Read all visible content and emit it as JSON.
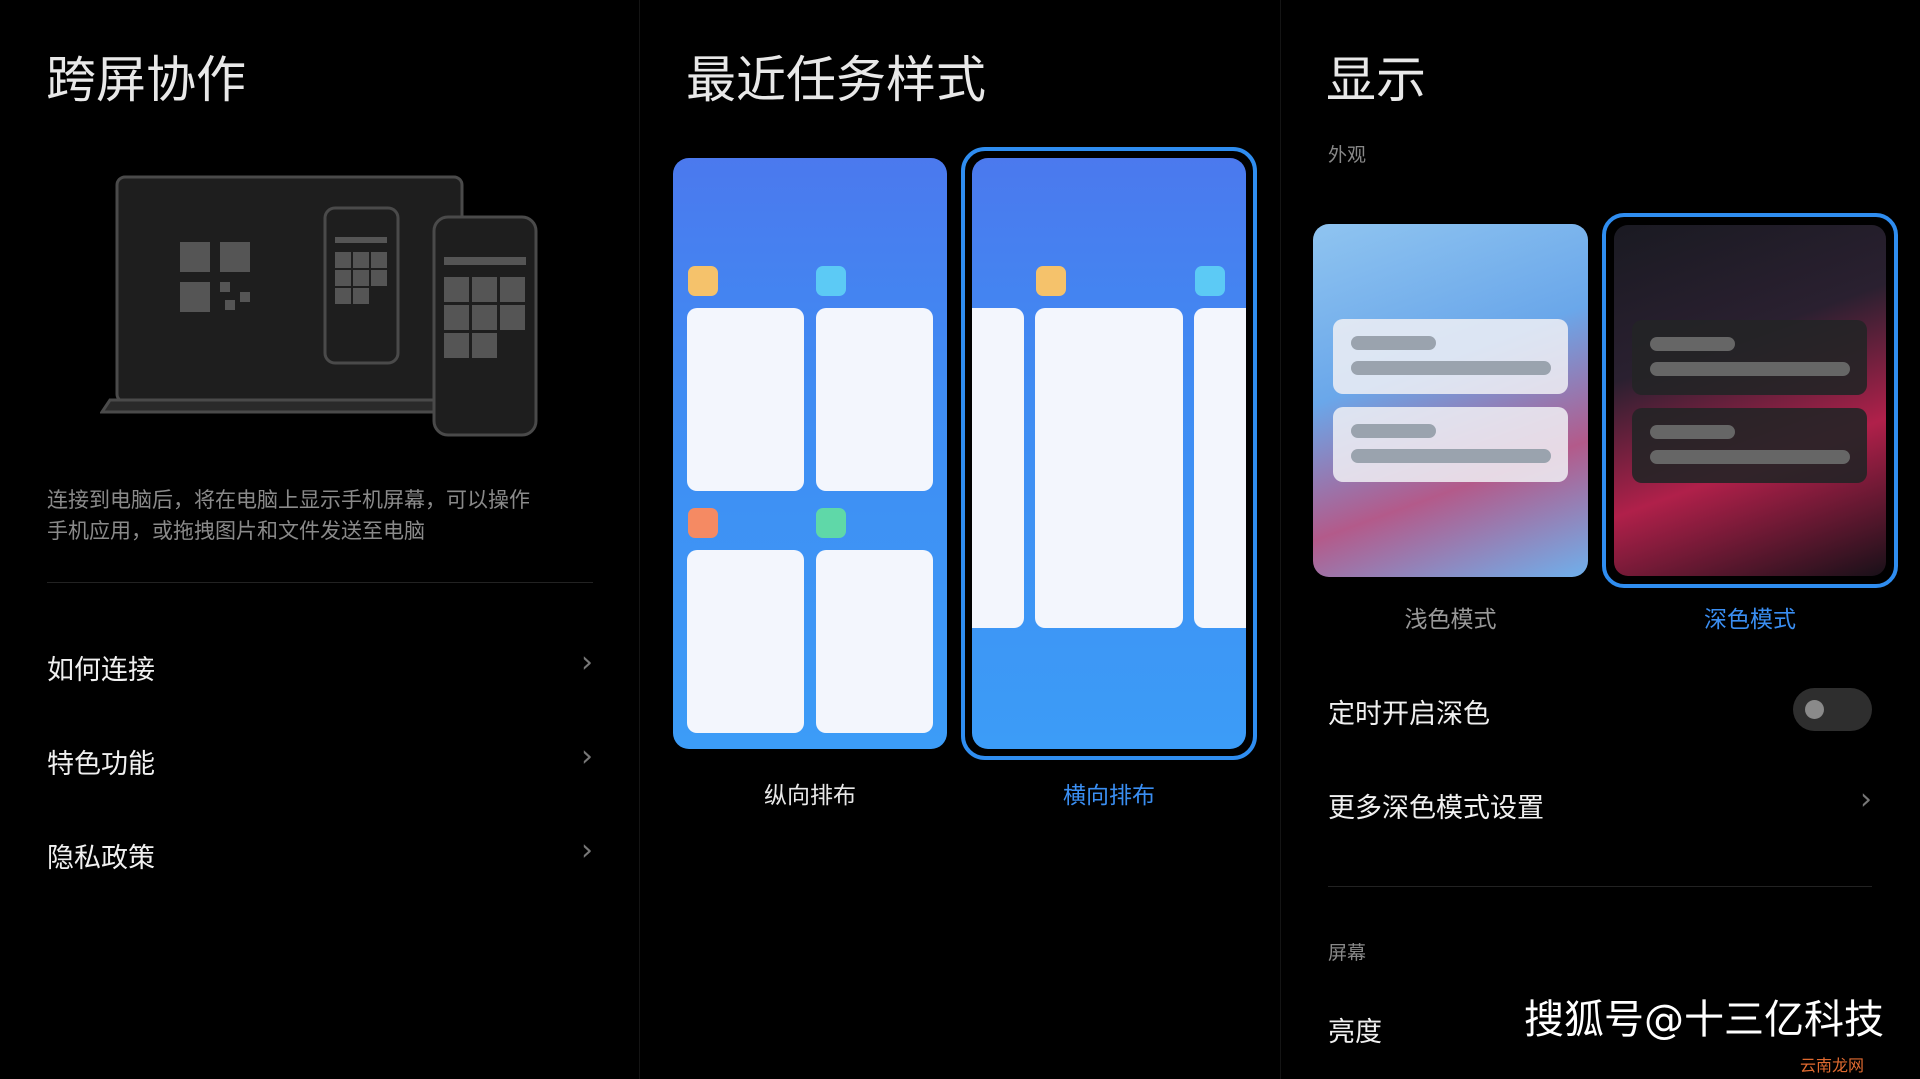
{
  "left": {
    "title": "跨屏协作",
    "description_line1": "连接到电脑后，将在电脑上显示手机屏幕，可以操作",
    "description_line2": "手机应用，或拖拽图片和文件发送至电脑",
    "items": [
      {
        "label": "如何连接"
      },
      {
        "label": "特色功能"
      },
      {
        "label": "隐私政策"
      }
    ]
  },
  "middle": {
    "title": "最近任务样式",
    "options": [
      {
        "label": "纵向排布",
        "selected": false
      },
      {
        "label": "横向排布",
        "selected": true
      }
    ]
  },
  "right": {
    "title": "显示",
    "appearance_header": "外观",
    "modes": [
      {
        "label": "浅色模式",
        "selected": false
      },
      {
        "label": "深色模式",
        "selected": true
      }
    ],
    "scheduled_dark": {
      "label": "定时开启深色",
      "enabled": false
    },
    "more_dark": "更多深色模式设置",
    "screen_header": "屏幕",
    "brightness": "亮度"
  },
  "watermark": {
    "text": "搜狐号@十三亿科技",
    "sub": "云南龙网"
  },
  "colors": {
    "accent": "#3a8ef2",
    "background": "#000000"
  }
}
